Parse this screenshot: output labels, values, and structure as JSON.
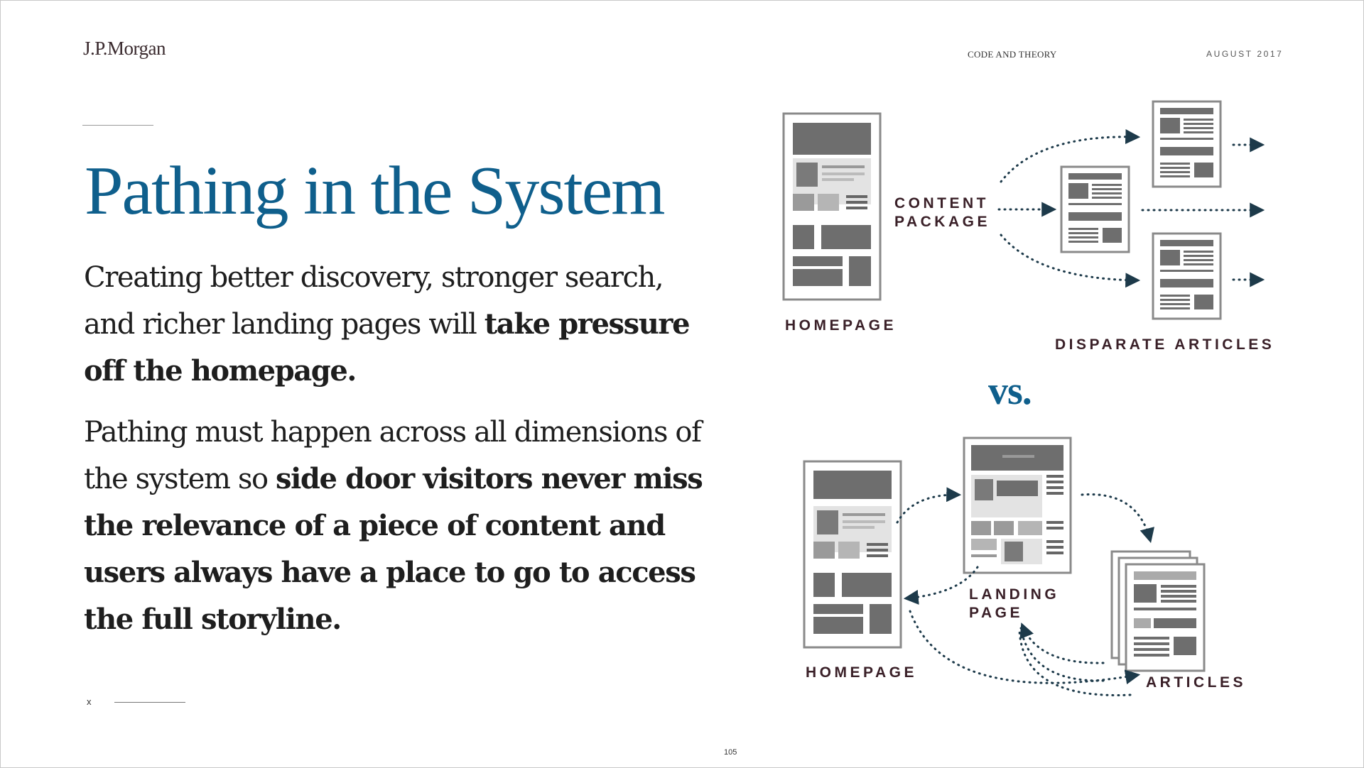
{
  "header": {
    "logo": "J.P.Morgan",
    "agency": "CODE AND THEORY",
    "date": "AUGUST 2017"
  },
  "title": "Pathing in the System",
  "paragraph1": {
    "plain": "Creating better discovery, stronger search, and richer landing pages will ",
    "bold": "take pressure off the homepage."
  },
  "paragraph2": {
    "plain": "Pathing must happen across all dimensions of the system so ",
    "bold": "side door visitors never miss the relevance of a piece of content and users always have a place to go to access the full storyline."
  },
  "diagram_top": {
    "homepage": "HOMEPAGE",
    "content_line1": "CONTENT",
    "content_line2": "PACKAGE",
    "disparate": "DISPARATE ARTICLES"
  },
  "vs": "vs.",
  "diagram_bottom": {
    "homepage": "HOMEPAGE",
    "landing_line1": "LANDING",
    "landing_line2": "PAGE",
    "articles": "ARTICLES"
  },
  "footer": {
    "marker": "x",
    "page_number": "105"
  },
  "colors": {
    "title": "#0f5f8c",
    "label": "#3a2028",
    "arrow": "#1d3a4a",
    "wireframe": "#6e6e6e"
  }
}
